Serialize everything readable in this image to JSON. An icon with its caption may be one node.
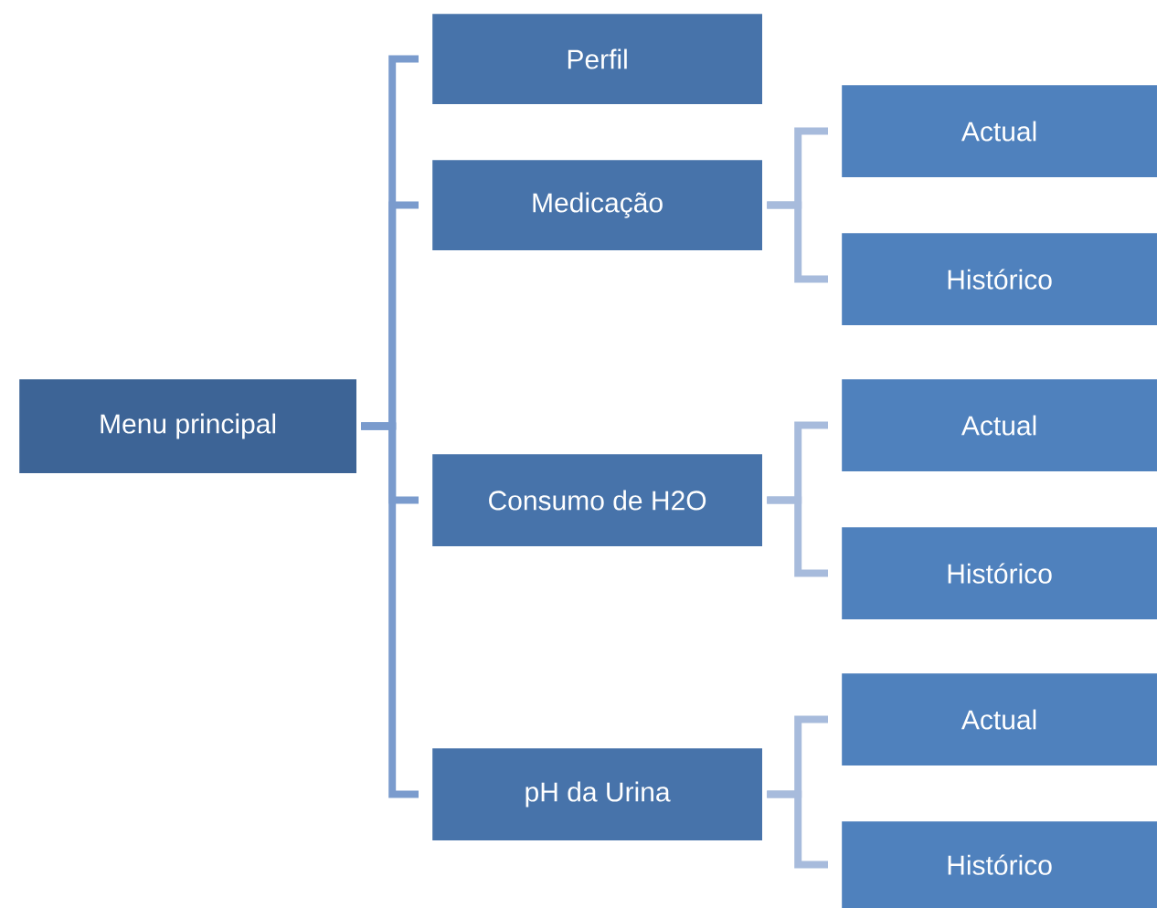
{
  "diagram": {
    "nodes": [
      {
        "text": [
          "Menu principal"
        ]
      },
      {
        "text": [
          "Perfil"
        ]
      },
      {
        "text": [
          "Medicação"
        ]
      },
      {
        "text": [
          "Actual"
        ]
      },
      {
        "text": [
          "Histórico"
        ]
      },
      {
        "text": [
          "Consumo de H2O"
        ]
      },
      {
        "text": [
          "Actual"
        ]
      },
      {
        "text": [
          "Histórico"
        ]
      },
      {
        "text": [
          "pH da Urina"
        ]
      },
      {
        "text": [
          "Actual"
        ]
      },
      {
        "text": [
          "Histórico"
        ]
      }
    ],
    "edges": [
      {
        "from": 0,
        "to": 1,
        "arrow": "none",
        "color": "#7a9bcd"
      },
      {
        "from": 0,
        "to": 2,
        "arrow": "none",
        "color": "#7a9bcd"
      },
      {
        "from": 0,
        "to": 5,
        "arrow": "none",
        "color": "#7a9bcd"
      },
      {
        "from": 0,
        "to": 8,
        "arrow": "none",
        "color": "#7a9bcd"
      },
      {
        "from": 2,
        "to": 3,
        "arrow": "none"
      },
      {
        "from": 2,
        "to": 4,
        "arrow": "none"
      },
      {
        "from": 5,
        "to": 6,
        "arrow": "none"
      },
      {
        "from": 5,
        "to": 7,
        "arrow": "none"
      },
      {
        "from": 8,
        "to": 9,
        "arrow": "none"
      },
      {
        "from": 8,
        "to": 10,
        "arrow": "none"
      }
    ]
  }
}
